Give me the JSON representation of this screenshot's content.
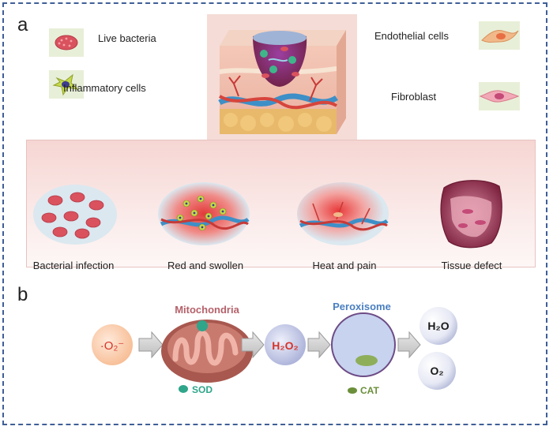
{
  "panel_a": {
    "letter": "a",
    "legend": {
      "live_bacteria": "Live bacteria",
      "inflammatory_cells": "Inflammatory cells",
      "endothelial_cells": "Endothelial cells",
      "fibroblast": "Fibroblast"
    },
    "stages": [
      "Bacterial infection",
      "Red and swollen",
      "Heat and pain",
      "Tissue defect"
    ]
  },
  "panel_b": {
    "letter": "b",
    "superoxide": "·O₂⁻",
    "mitochondria": "Mitochondria",
    "sod": "SOD",
    "h2o2": "H₂O₂",
    "peroxisome": "Peroxisome",
    "cat": "CAT",
    "h2o": "H₂O",
    "o2": "O₂"
  },
  "colors": {
    "frame": "#3f5f97",
    "mitochondria_label": "#b5616a",
    "peroxisome_label": "#4a7fc1",
    "red_text": "#d6342a",
    "sod": "#2fa58a",
    "cat": "#6b8f3a"
  }
}
